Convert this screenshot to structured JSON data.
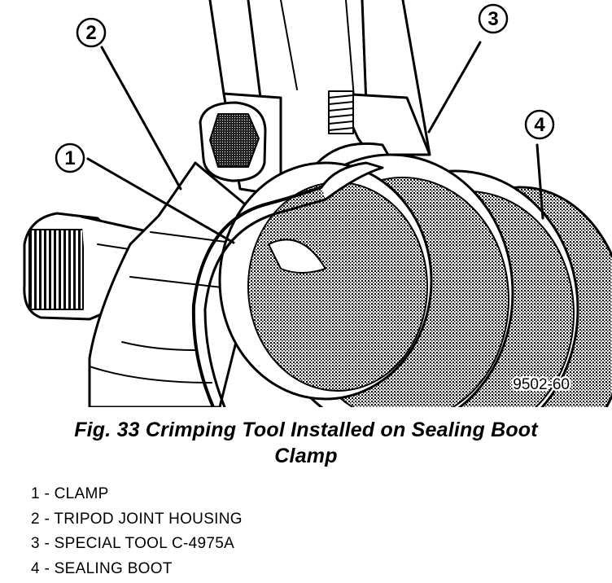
{
  "figure": {
    "figure_code": "9502-60",
    "callouts": [
      "1",
      "2",
      "3",
      "4"
    ]
  },
  "caption": {
    "line1": "Fig. 33 Crimping Tool Installed on Sealing Boot",
    "line2": "Clamp"
  },
  "legend": [
    "1 - CLAMP",
    "2 - TRIPOD JOINT HOUSING",
    "3 - SPECIAL TOOL C-4975A",
    "4 - SEALING BOOT"
  ],
  "colors": {
    "ink": "#000000",
    "paper": "#ffffff",
    "shade": "#7a7a7a"
  }
}
